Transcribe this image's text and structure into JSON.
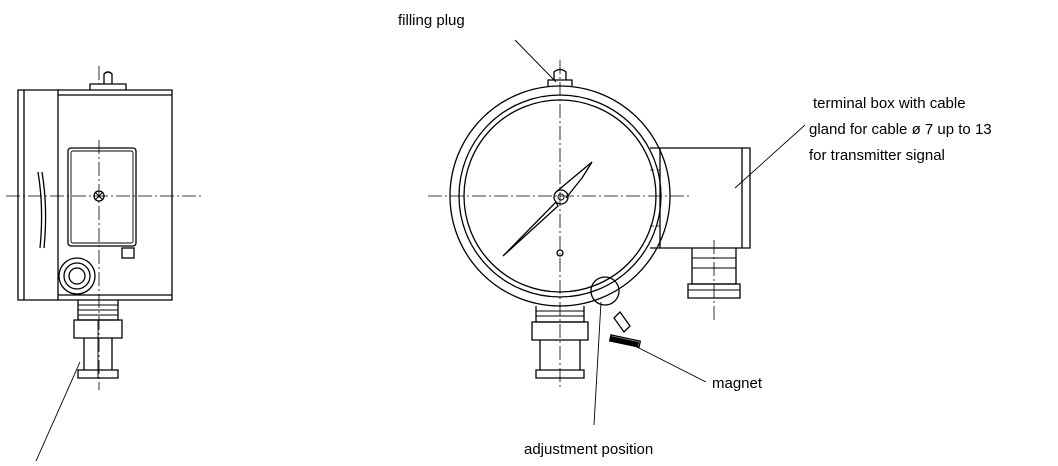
{
  "labels": {
    "filling_plug": "filling plug",
    "terminal_box_line1": "terminal box with cable",
    "terminal_box_line2": "gland for cable ø 7 up to 13",
    "terminal_box_line3": "for transmitter signal",
    "magnet": "magnet",
    "adjustment_position": "adjustment position"
  }
}
